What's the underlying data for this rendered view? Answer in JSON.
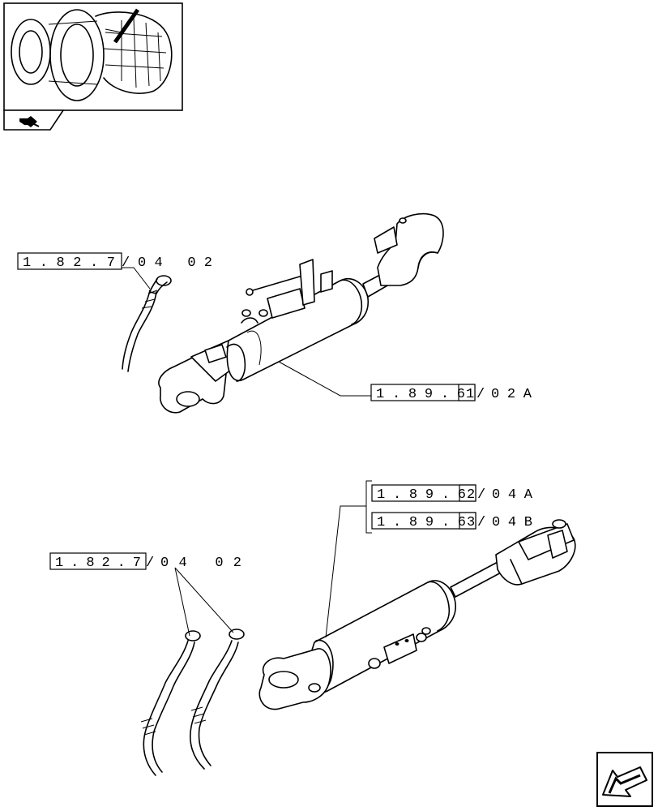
{
  "callouts": {
    "top_pipe": {
      "code": "1.82.7",
      "suffix": "04  02"
    },
    "top_cylinder": {
      "code": "1.89.6",
      "sub": "1",
      "suffix": "02A"
    },
    "bottom_cyl_a": {
      "code": "1.89.6",
      "sub": "2",
      "suffix": "04A"
    },
    "bottom_cyl_b": {
      "code": "1.89.6",
      "sub": "3",
      "suffix": "04B"
    },
    "bottom_pipes": {
      "code": "1.82.7",
      "suffix": "04  02"
    }
  },
  "icons": {
    "thumbnail": "tractor-rear-wheel-thumbnail",
    "thumbnail_tab": "navigation-arrow-icon",
    "next_page": "next-page-arrow-icon"
  }
}
